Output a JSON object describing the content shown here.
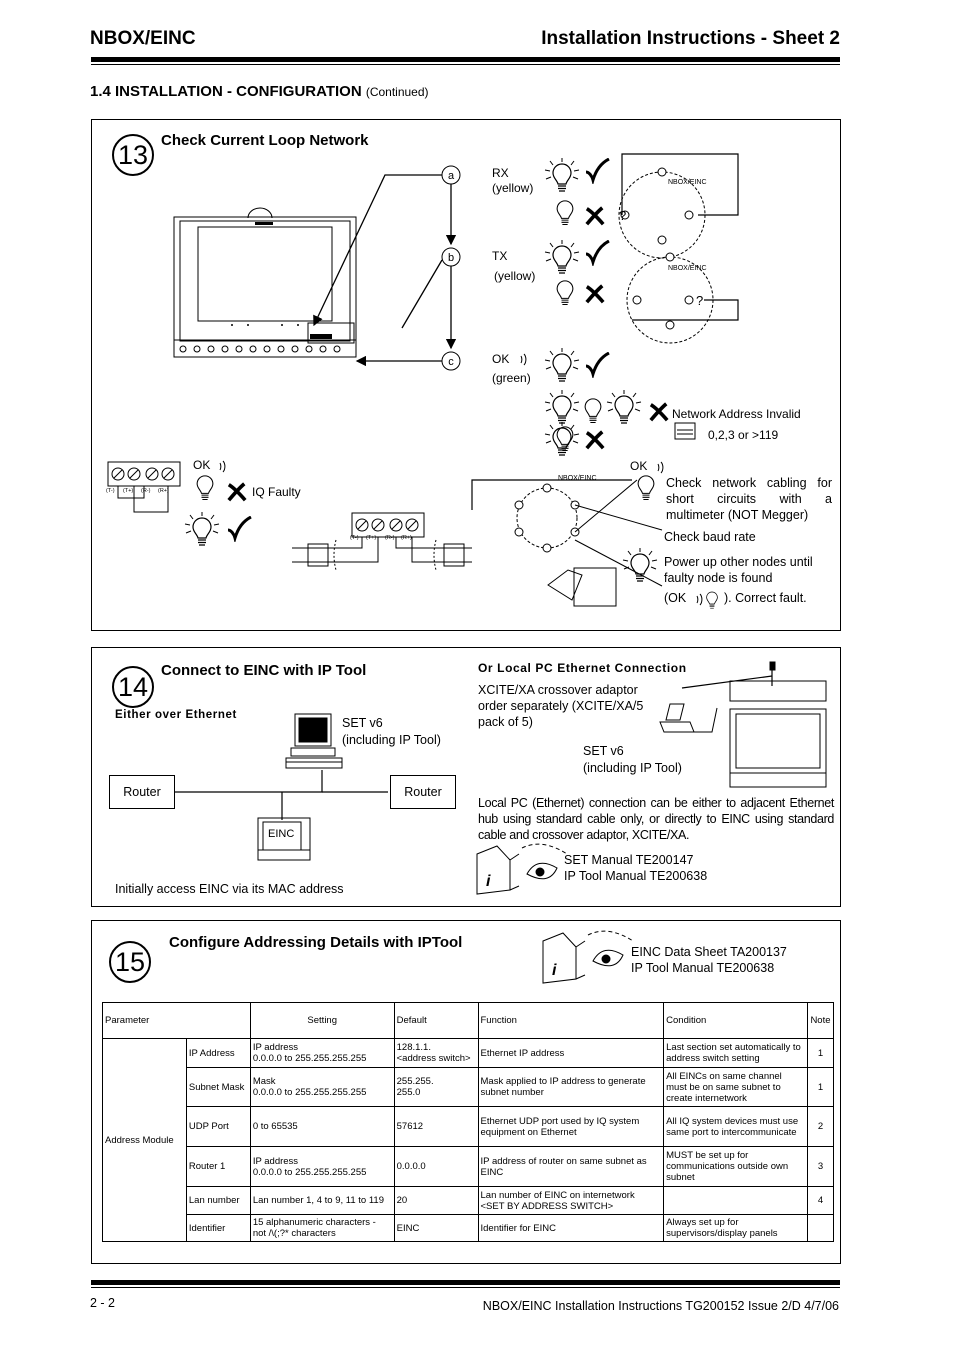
{
  "header": {
    "left": "NBOX/EINC",
    "right": "Installation Instructions - Sheet 2"
  },
  "section": {
    "title": "1.4 INSTALLATION - CONFIGURATION",
    "continued": "(Continued)"
  },
  "step13": {
    "number": "13",
    "title": "Check Current Loop Network",
    "letters": [
      "a",
      "b",
      "c"
    ],
    "rx_label": "RX",
    "rx_color": "(yellow)",
    "tx_label": "TX",
    "tx_color": "(yellow)",
    "ok_label": "OK",
    "ok_color": "(green)",
    "nbox_label_1": "NBOX/EINC",
    "nbox_label_2": "NBOX/EINC",
    "nbox_label_3": "NBOX/EINC",
    "question": "?",
    "net_addr_invalid": "Network Address Invalid",
    "net_addr_values": "0,2,3 or >119",
    "ok_left": "OK",
    "ok_right": "OK",
    "iq_faulty": "IQ Faulty",
    "terminals": [
      "(T-)",
      "(T+)",
      "(R-)",
      "(R+)"
    ],
    "check_cabling": "Check network cabling for short circuits with a multimeter (NOT Megger)",
    "check_baud": "Check baud rate",
    "power_up": "Power up other nodes until faulty node is found",
    "ok_paren": "(OK",
    "correct_fault": "). Correct fault."
  },
  "step14": {
    "number": "14",
    "title": "Connect to EINC with IP Tool",
    "either": "Either over Ethernet",
    "set_v6_a": "SET v6",
    "set_v6_a2": "(including IP Tool)",
    "router_left": "Router",
    "router_right": "Router",
    "einc_label": "EINC",
    "initially": "Initially access EINC via its MAC address",
    "or_local": "Or Local PC Ethernet Connection",
    "xcite": "XCITE/XA crossover adaptor order separately (XCITE/XA/5 pack of 5)",
    "set_v6_b": "SET v6",
    "set_v6_b2": "(including IP Tool)",
    "local_pc": "Local PC (Ethernet) connection can be either to adjacent Ethernet hub using standard cable only, or directly to EINC using standard cable and crossover adaptor, XCITE/XA.",
    "manual1": "SET Manual TE200147",
    "manual2": "IP Tool Manual TE200638"
  },
  "step15": {
    "number": "15",
    "title": "Configure Addressing Details with IPTool",
    "doc1": "EINC Data Sheet TA200137",
    "doc2": "IP Tool Manual TE200638",
    "table": {
      "headers": [
        "Parameter",
        "Setting",
        "Default",
        "Function",
        "Condition",
        "Note"
      ],
      "group": "Address Module",
      "rows": [
        {
          "param": "IP Address",
          "setting_l1": "IP address",
          "setting_l2": "0.0.0.0 to 255.255.255.255",
          "default_l1": "128.1.1.",
          "default_l2": "<address switch>",
          "function_l1": "Ethernet IP address",
          "function_l2": "",
          "condition": "Last section set automatically to address switch setting",
          "note": "1"
        },
        {
          "param": "Subnet Mask",
          "setting_l1": "Mask",
          "setting_l2": "0.0.0.0 to 255.255.255.255",
          "default_l1": "255.255.",
          "default_l2": "255.0",
          "function_l1": "Mask applied to IP address to generate",
          "function_l2": "subnet number",
          "condition": "All EINCs on same channel must be on same subnet to create internetwork",
          "note": "1"
        },
        {
          "param": "UDP Port",
          "setting_l1": "0 to 65535",
          "setting_l2": "",
          "default_l1": "57612",
          "default_l2": "",
          "function_l1": "Ethernet UDP port used by IQ system",
          "function_l2": "equipment on Ethernet",
          "condition": "All IQ system devices must use same port to intercommunicate",
          "note": "2"
        },
        {
          "param": "Router 1",
          "setting_l1": "IP address",
          "setting_l2": "0.0.0.0 to 255.255.255.255",
          "default_l1": "0.0.0.0",
          "default_l2": "",
          "function_l1": "IP address of router on same subnet as",
          "function_l2": "EINC",
          "condition": "MUST be set up for communications outside own subnet",
          "note": "3"
        },
        {
          "param": "Lan number",
          "setting_l1": "Lan number 1, 4 to 9, 11 to 119",
          "setting_l2": "",
          "default_l1": "20",
          "default_l2": "",
          "function_l1": "Lan number of EINC on internetwork",
          "function_l2": "<SET BY ADDRESS SWITCH>",
          "condition": "",
          "note": "4"
        },
        {
          "param": "Identifier",
          "setting_l1": "15 alphanumeric characters -",
          "setting_l2": "not /\\(;?* characters",
          "default_l1": "EINC",
          "default_l2": "",
          "function_l1": "Identifier for EINC",
          "function_l2": "",
          "condition": "Always set up for supervisors/display panels",
          "note": ""
        }
      ]
    }
  },
  "footer": {
    "left": "2 - 2",
    "right": "NBOX/EINC Installation Instructions TG200152 Issue 2/D 4/7/06"
  }
}
